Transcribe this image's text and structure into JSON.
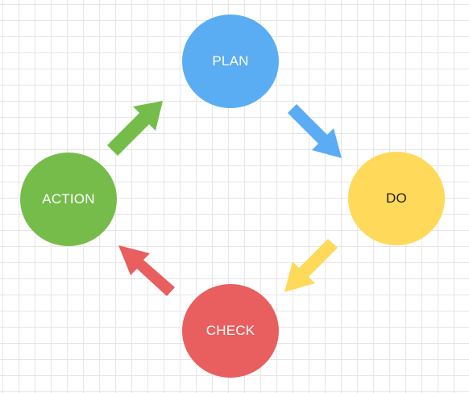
{
  "nodes": {
    "plan": {
      "label": "PLAN",
      "fill": "#5aacf3",
      "text_color": "#ffffff"
    },
    "do": {
      "label": "DO",
      "fill": "#ffd95a",
      "text_color": "#222222"
    },
    "check": {
      "label": "CHECK",
      "fill": "#e95e5e",
      "text_color": "#ffffff"
    },
    "action": {
      "label": "ACTION",
      "fill": "#76bc4a",
      "text_color": "#ffffff"
    }
  },
  "edges": [
    {
      "from": "plan",
      "to": "do",
      "color": "#5aacf3"
    },
    {
      "from": "do",
      "to": "check",
      "color": "#ffd95a"
    },
    {
      "from": "check",
      "to": "action",
      "color": "#e95e5e"
    },
    {
      "from": "action",
      "to": "plan",
      "color": "#76bc4a"
    }
  ]
}
